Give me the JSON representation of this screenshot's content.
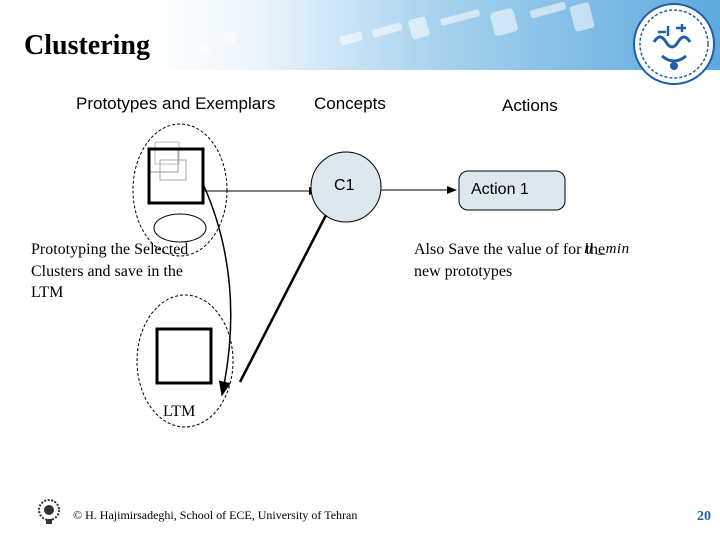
{
  "slide": {
    "title": "Clustering",
    "page_number": "20",
    "footer": "© H. Hajimirsadeghi, School of ECE, University of Tehran"
  },
  "columns": {
    "prototypes": "Prototypes and Exemplars",
    "concepts": "Concepts",
    "actions": "Actions"
  },
  "nodes": {
    "concept": "C1",
    "action": "Action 1",
    "ltm": "LTM"
  },
  "notes": {
    "left": "Prototyping the Selected Clusters and save in the LTM",
    "right": "Also Save the value of for the new prototypes",
    "param": "ll _min"
  },
  "colors": {
    "header_blue": "#5ea9dd",
    "node_fill": "#dde8ee",
    "page_number": "#1f5fa8"
  },
  "icons": [
    "university-seal-icon",
    "university-small-logo-icon"
  ]
}
